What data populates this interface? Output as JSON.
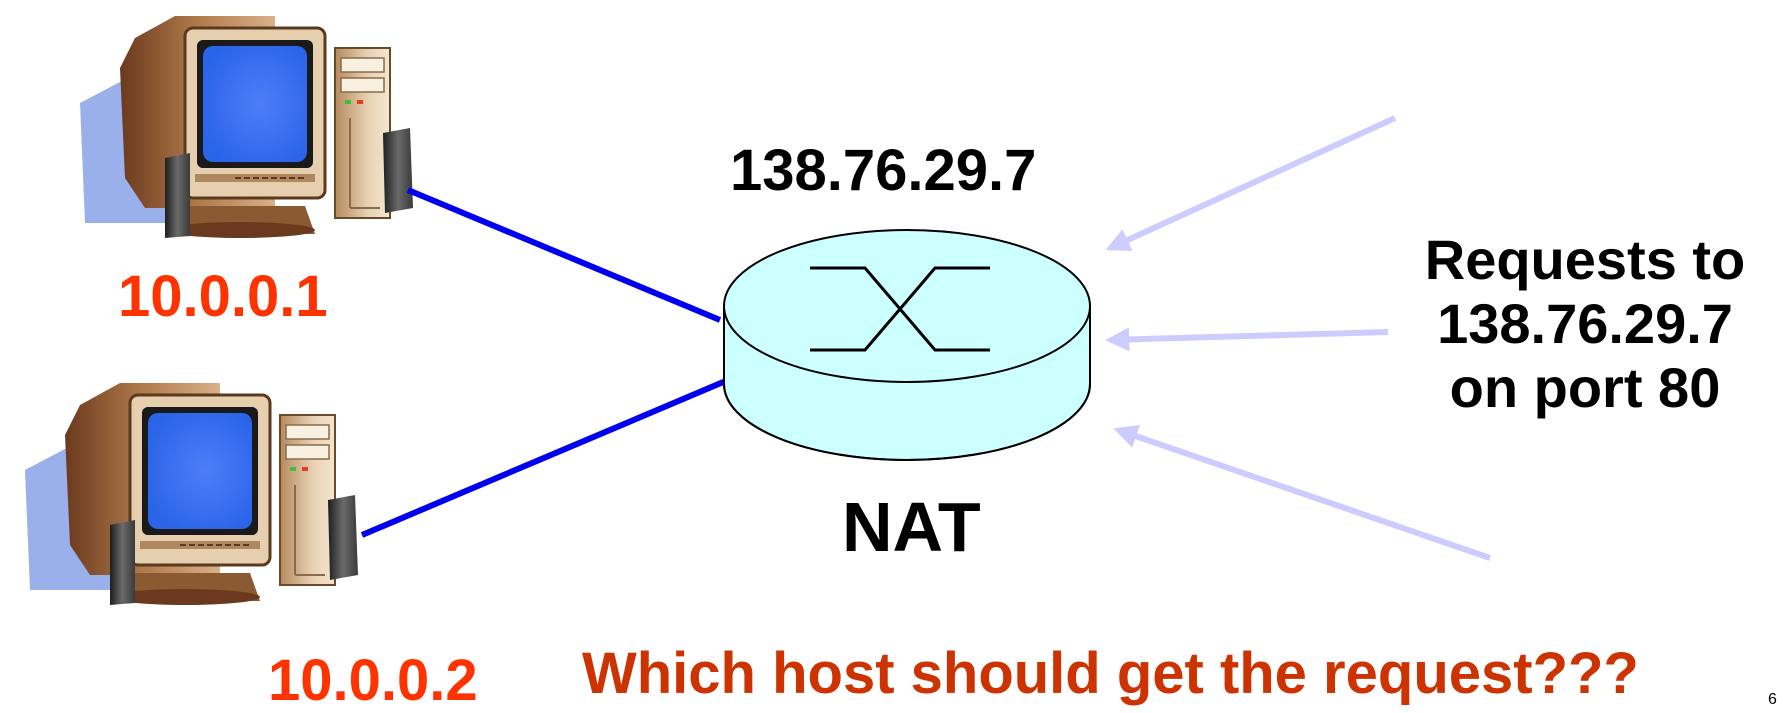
{
  "hosts": [
    {
      "ip": "10.0.0.1",
      "ip_color": "#ff3300"
    },
    {
      "ip": "10.0.0.2",
      "ip_color": "#ff3300"
    }
  ],
  "nat": {
    "public_ip": "138.76.29.7",
    "label": "NAT",
    "fill_color": "#ccffff"
  },
  "incoming": {
    "lines": [
      "Requests to",
      "138.76.29.7",
      "on port 80"
    ],
    "arrow_color": "#ccccff"
  },
  "link_color": "#0000ee",
  "question": "Which host should get the request???",
  "question_color": "#cc3300",
  "page_number": "6"
}
